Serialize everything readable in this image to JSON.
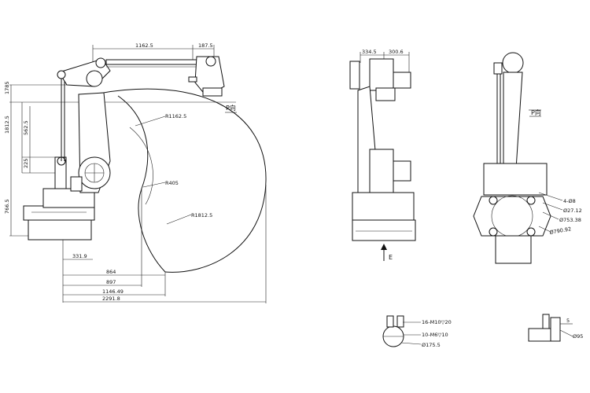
{
  "side_view": {
    "dims_top": [
      "1162.5",
      "187.5"
    ],
    "dims_left": [
      "1785",
      "1812.5",
      "562.5",
      "225",
      "766.5"
    ],
    "radius_labels": [
      "R1162.5",
      "R405",
      "R1812.5"
    ],
    "dims_bottom": [
      "331.9",
      "864",
      "897",
      "1146.49",
      "2291.8"
    ],
    "view_label": "P向"
  },
  "front_view": {
    "dims_top": [
      "334.5",
      "300.6"
    ],
    "arrow_label": "E"
  },
  "rear_view": {
    "view_label": "P向",
    "callouts": [
      "4-Ø8",
      "Ø27.12",
      "Ø753.38",
      "Ø790.92"
    ]
  },
  "detail_e": {
    "callouts": [
      "16-M10▽20",
      "10-M6▽10",
      "Ø175.5"
    ]
  },
  "detail_end": {
    "callouts": [
      "5",
      "Ø95"
    ]
  }
}
